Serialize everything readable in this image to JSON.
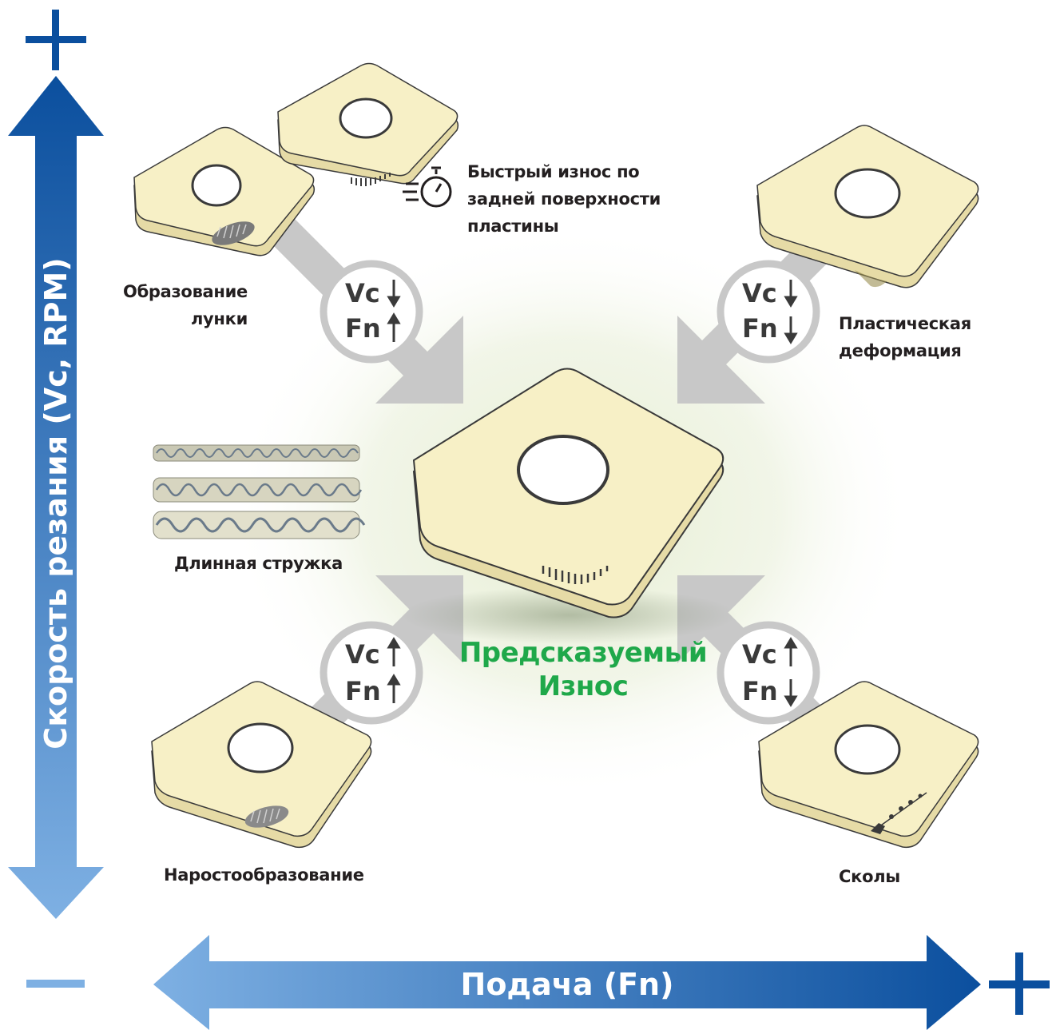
{
  "axes": {
    "vertical_label": "Скорость резания (Vc, RPM)",
    "horizontal_label": "Подача (Fn)",
    "plus_sign": "+",
    "minus_sign": "−"
  },
  "center": {
    "line1": "Предсказуемый",
    "line2": "Износ"
  },
  "wear_types": {
    "crater": {
      "line1": "Образование",
      "line2": "лунки"
    },
    "flank": {
      "line1": "Быстрый износ по",
      "line2": "задней поверхности",
      "line3": "пластины"
    },
    "plastic": {
      "line1": "Пластическая",
      "line2": "деформация"
    },
    "chips": "Длинная стружка",
    "bue": "Наростообразование",
    "chipping": "Сколы"
  },
  "badges": {
    "top_left": {
      "vc": "Vc",
      "vc_dir": "down",
      "fn": "Fn",
      "fn_dir": "up"
    },
    "top_right": {
      "vc": "Vc",
      "vc_dir": "down",
      "fn": "Fn",
      "fn_dir": "down"
    },
    "bottom_left": {
      "vc": "Vc",
      "vc_dir": "up",
      "fn": "Fn",
      "fn_dir": "up"
    },
    "bottom_right": {
      "vc": "Vc",
      "vc_dir": "up",
      "fn": "Fn",
      "fn_dir": "down"
    }
  },
  "colors": {
    "axis_dark": "#0b4f9e",
    "axis_light": "#7eb0e3",
    "insert_fill": "#f7f0c6",
    "insert_side": "#e6dba6",
    "arrow_gray": "#c8c8c8",
    "center_text": "#1fa84a",
    "text": "#231f20"
  },
  "icons": {
    "stopwatch": "fast-wear-stopwatch-icon"
  }
}
